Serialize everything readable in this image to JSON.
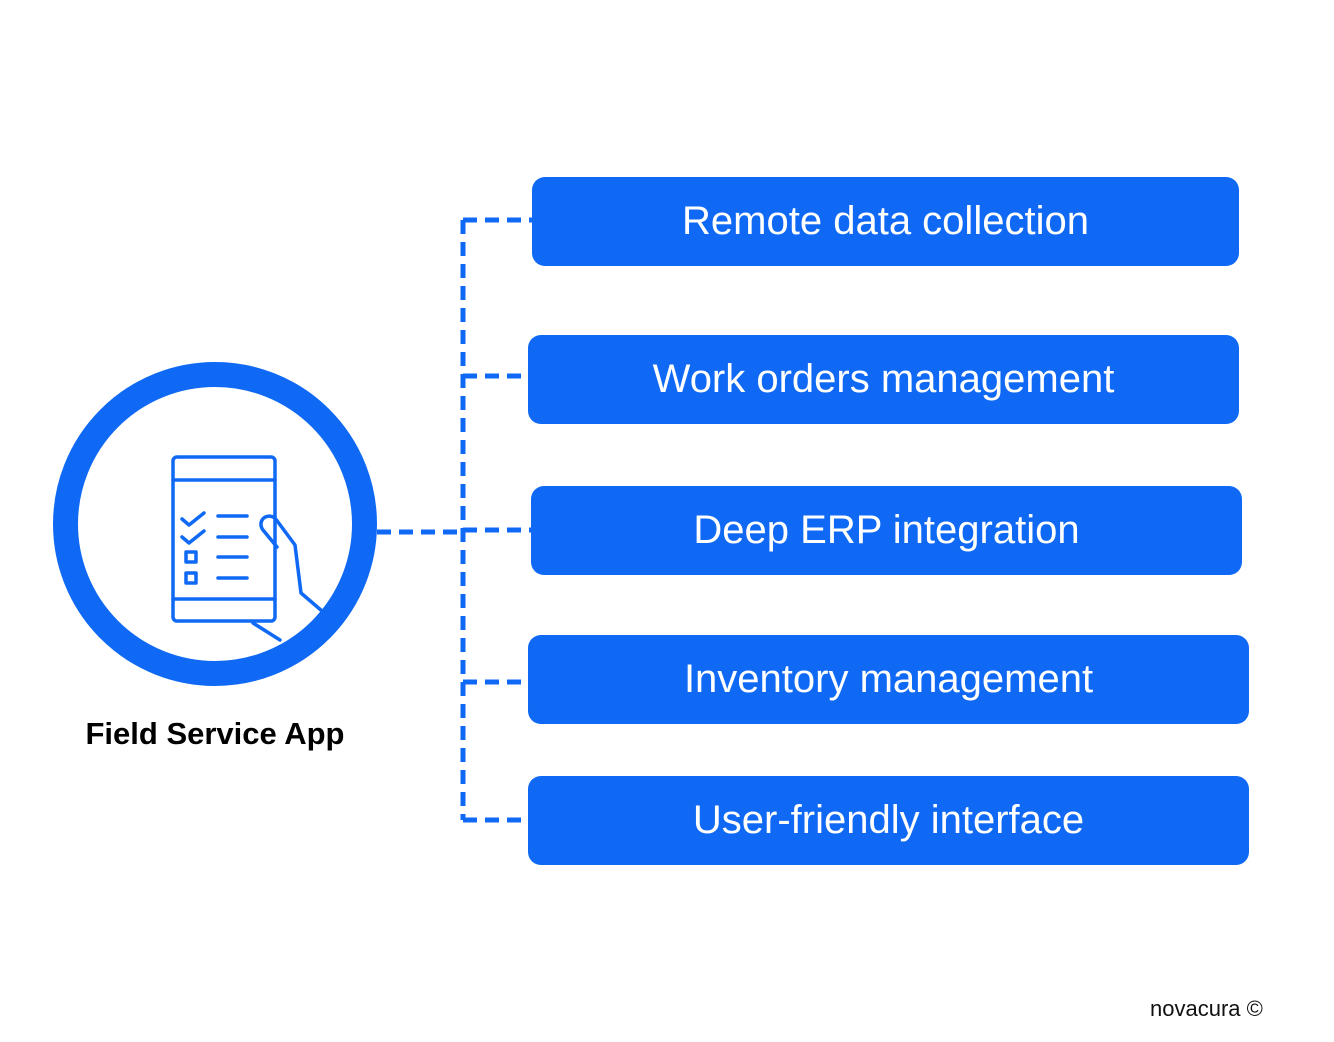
{
  "app": {
    "label": "Field Service App",
    "icon": "mobile-checklist-in-hand-icon"
  },
  "features": [
    {
      "label": "Remote data collection"
    },
    {
      "label": "Work orders management"
    },
    {
      "label": "Deep ERP integration"
    },
    {
      "label": "Inventory management"
    },
    {
      "label": "User-friendly interface"
    }
  ],
  "colors": {
    "accent": "#0F69F5"
  },
  "footer": {
    "copyright": "novacura ©"
  }
}
